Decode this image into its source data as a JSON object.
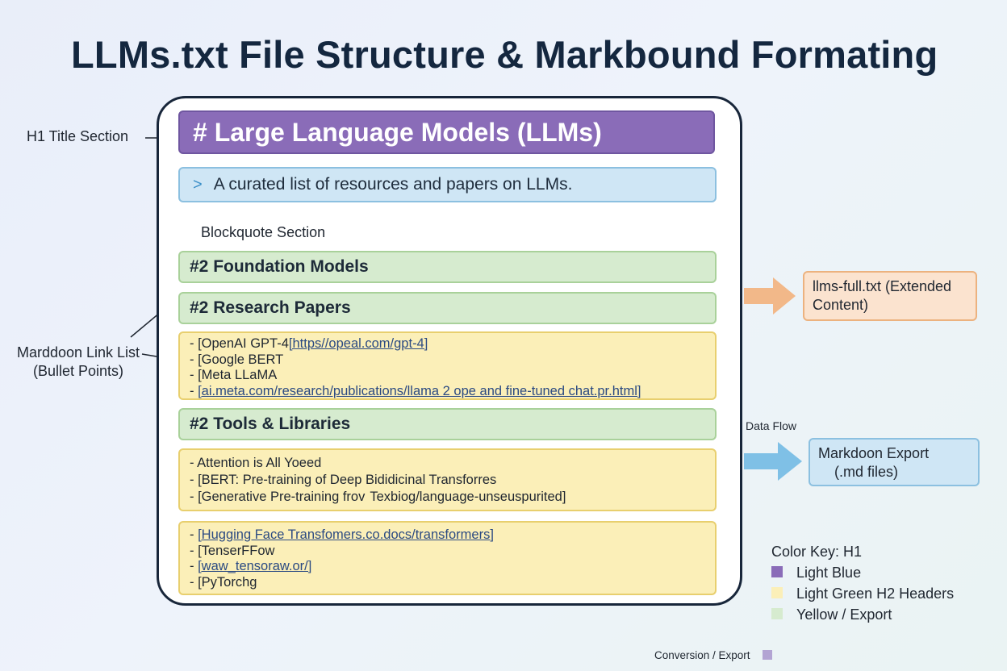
{
  "title": "LLMs.txt File Structure & Markbound Formating",
  "h1": {
    "text": "# Large Language Models (LLMs)",
    "label": "H1 Title Section"
  },
  "blockquote": {
    "chevron": ">",
    "text": "A curated list of resources and papers on LLMs.",
    "label": "Blockquote Section"
  },
  "sections": [
    {
      "header": "#2 Foundation Models"
    },
    {
      "header": "#2 Research Papers"
    },
    {
      "header": "#2 Tools & Libraries"
    }
  ],
  "link_list_label": {
    "line1": "Marddoon Link List",
    "line2": "(Bullet Points)"
  },
  "research_links": [
    {
      "prefix": "- [OpenAI GPT-4",
      "link": "[https//opeal.com/gpt-4]"
    },
    {
      "prefix": "- [Google BERT",
      "link": ""
    },
    {
      "prefix": "- [Meta LLaMA",
      "link": ""
    },
    {
      "prefix": "- ",
      "link": "[ai.meta.com/research/publications/llama 2 ope and fine-tuned chat.pr.html]"
    }
  ],
  "tools_links": [
    {
      "prefix": "-  Attention is All Yoeed",
      "link": ""
    },
    {
      "prefix": "- [BERT: Pre-training of Deep Bididicinal Transforres",
      "link": ""
    },
    {
      "prefix": "- [Generative Pre-training frov",
      "link": "",
      "suffix": "Texbiog/language-unseuspurited]"
    }
  ],
  "library_links": [
    {
      "prefix": "- ",
      "link": "[Hugging Face Transfomers.co.docs/transformers]"
    },
    {
      "prefix": "- [TenserFFow",
      "link": ""
    },
    {
      "prefix": "- ",
      "link": "[waw_tensoraw.or/]"
    },
    {
      "prefix": "- [PyTorchg",
      "link": ""
    }
  ],
  "extended_box": {
    "line1": "llms-full.txt (Extended",
    "line2": "Content)"
  },
  "data_flow_label": "Data Flow",
  "export_box": {
    "line1": "Markdoon Export",
    "line2": "(.md files)"
  },
  "color_key": {
    "title": "Color Key: H1",
    "items": [
      {
        "label": "Light Blue",
        "color": "#8a6cb8"
      },
      {
        "label": "Light Green H2 Headers",
        "color": "#fbefb8"
      },
      {
        "label": "Yellow  /  Export",
        "color": "#d6ebcf"
      }
    ]
  },
  "footer": {
    "text": "Conversion / Export",
    "color": "#b3a4d3"
  },
  "colors": {
    "h1": "#8a6cb8",
    "blockquote": "#cfe6f5",
    "h2": "#d6ebcf",
    "list": "#fbefb8",
    "extended": "#fbe3cf",
    "arrow_orange": "#f2b889",
    "arrow_blue": "#7fc0e6"
  }
}
